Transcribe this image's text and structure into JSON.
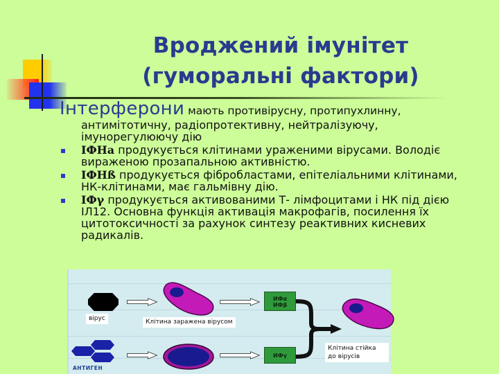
{
  "slide": {
    "title_line1": "Вроджений імунітет",
    "title_line2": "(гуморальні фактори)",
    "background_color": "#ccfd99",
    "title_color": "#2b3a8f"
  },
  "content": {
    "intro_head": "Інтерферони",
    "intro_rest": " мають противірусну, протипухлинну,",
    "intro_cont": "антимітотичну, радіопротективну, нейтралізуючу, імунорегулюючу дію",
    "bullets": [
      {
        "term": "ІФНа",
        "text": " продукується клітинами ураженими вірусами. Володіє вираженою прозапальною  активністю."
      },
      {
        "term": " ІФНß",
        "text": " продукується фібробластами, епітеліальними клітинами, НК-клітинами, має гальмівну дію."
      },
      {
        "term": "ІФγ",
        "text": "  продукується активованими Т- лімфоцитами і НК під дією ІЛ12. Основна функція активація макрофагів, посилення їх цитотоксичності  за рахунок синтезу реактивних кисневих радикалів."
      }
    ]
  },
  "diagram": {
    "virus_label": "вірус",
    "antigen_label": "АНТИГЕН",
    "infected_cell_label": "Клітина заражена вірусом",
    "resistant_cell_label_line1": "Клітина стійка",
    "resistant_cell_label_line2": "до вірусів",
    "box_top_line1": "ИФα",
    "box_top_line2": "ИФβ",
    "box_bottom": "ИФγ",
    "colors": {
      "cell_magenta": "#c41ab8",
      "nucleus": "#1a1a8f",
      "green_box": "#2f9a3c",
      "antigen_blue": "#1a22a8"
    }
  }
}
